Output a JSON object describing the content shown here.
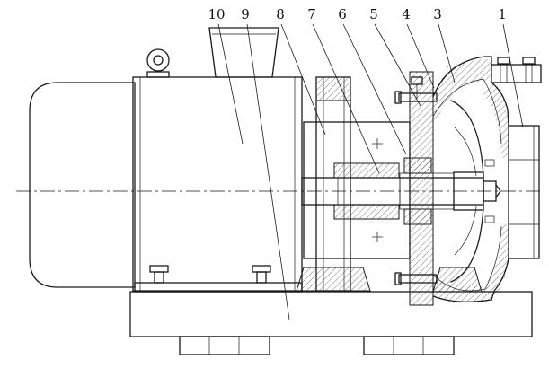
{
  "drawing": {
    "background": "#ffffff",
    "line_color": "#1a1a1a",
    "hatch_color": "#444444"
  },
  "callouts": [
    {
      "label": "10"
    },
    {
      "label": "9"
    },
    {
      "label": "8"
    },
    {
      "label": "7"
    },
    {
      "label": "6"
    },
    {
      "label": "5"
    },
    {
      "label": "4"
    },
    {
      "label": "3"
    },
    {
      "label": "1"
    }
  ]
}
